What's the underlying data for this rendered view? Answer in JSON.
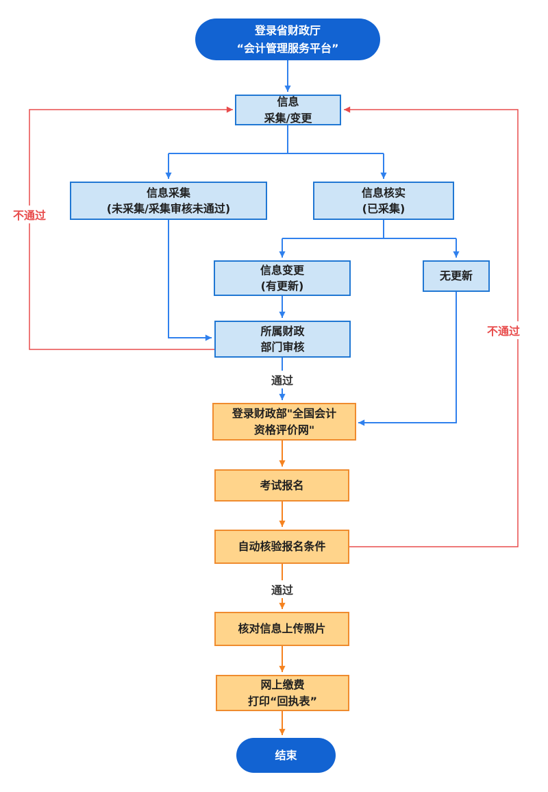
{
  "diagram": {
    "type": "flowchart",
    "nodes": {
      "start": [
        "登录省财政厅",
        "“会计管理服务平台”"
      ],
      "info_collect_change": [
        "信息",
        "采集/变更"
      ],
      "info_collect": [
        "信息采集",
        "(未采集/采集审核未通过)"
      ],
      "info_verify": [
        "信息核实",
        "(已采集)"
      ],
      "info_change": [
        "信息变更",
        "(有更新)"
      ],
      "no_update": [
        "无更新"
      ],
      "review": [
        "所属财政",
        "部门审核"
      ],
      "login_mof": [
        "登录财政部\"全国会计",
        "资格评价网\""
      ],
      "exam_register": [
        "考试报名"
      ],
      "auto_check": [
        "自动核验报名条件"
      ],
      "verify_upload": [
        "核对信息上传照片"
      ],
      "pay_print": [
        "网上缴费",
        "打印“回执表”"
      ],
      "end": [
        "结束"
      ]
    },
    "edge_labels": {
      "pass": "通过",
      "fail": "不通过"
    },
    "edges": [
      {
        "from": "start",
        "to": "info_collect_change",
        "color": "blue"
      },
      {
        "from": "info_collect_change",
        "to": "info_collect",
        "color": "blue"
      },
      {
        "from": "info_collect_change",
        "to": "info_verify",
        "color": "blue"
      },
      {
        "from": "info_verify",
        "to": "info_change",
        "color": "blue"
      },
      {
        "from": "info_verify",
        "to": "no_update",
        "color": "blue"
      },
      {
        "from": "info_collect",
        "to": "review",
        "color": "blue"
      },
      {
        "from": "info_change",
        "to": "review",
        "color": "blue"
      },
      {
        "from": "review",
        "to": "login_mof",
        "label": "通过",
        "color": "blue"
      },
      {
        "from": "no_update",
        "to": "login_mof",
        "color": "blue"
      },
      {
        "from": "login_mof",
        "to": "exam_register",
        "color": "orange"
      },
      {
        "from": "exam_register",
        "to": "auto_check",
        "color": "orange"
      },
      {
        "from": "auto_check",
        "to": "verify_upload",
        "label": "通过",
        "color": "orange"
      },
      {
        "from": "verify_upload",
        "to": "pay_print",
        "color": "orange"
      },
      {
        "from": "pay_print",
        "to": "end",
        "color": "orange"
      },
      {
        "from": "review",
        "to": "info_collect_change",
        "label": "不通过",
        "color": "red"
      },
      {
        "from": "auto_check",
        "to": "info_collect_change",
        "label": "不通过",
        "color": "red"
      }
    ],
    "colors": {
      "primary_blue": "#1263d2",
      "light_blue_fill": "#cde4f7",
      "blue_border": "#2077d3",
      "blue_arrow": "#2f80ed",
      "orange_fill": "#ffd48b",
      "orange_border": "#ef8b2e",
      "orange_arrow": "#f5821f",
      "red": "#e84c4c",
      "text_dark": "#1f1f1f"
    }
  }
}
